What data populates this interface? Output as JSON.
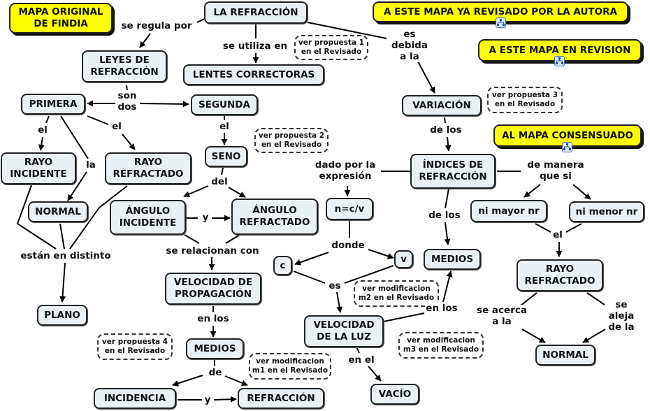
{
  "header_links": {
    "original": "MAPA ORIGINAL\nDE FINDIA",
    "revisado": "A ESTE MAPA YA REVISADO POR LA AUTORA",
    "en_revision": "A ESTE MAPA EN REVISION",
    "consensuado": "AL MAPA CONSENSUADO",
    "link_icon": "concept-map-link-icon"
  },
  "colors": {
    "node_fill": "#eaf1f4",
    "highlight_fill": "#ffff00",
    "border": "#222222"
  },
  "concepts": {
    "la_refraccion": "LA REFRACCIÓN",
    "leyes": "LEYES DE\nREFRACCIÓN",
    "lentes": "LENTES CORRECTORAS",
    "primera": "PRIMERA",
    "segunda": "SEGUNDA",
    "rayo_incidente": "RAYO\nINCIDENTE",
    "rayo_refractado_1": "RAYO\nREFRACTADO",
    "normal_1": "NORMAL",
    "plano": "PLANO",
    "seno": "SENO",
    "angulo_incidente": "ÁNGULO\nINCIDENTE",
    "angulo_refractado": "ÁNGULO\nREFRACTADO",
    "velocidad_propagacion": "VELOCIDAD DE\nPROPAGACIÓN",
    "medios_1": "MEDIOS",
    "incidencia": "INCIDENCIA",
    "refraccion": "REFRACCIÓN",
    "variacion": "VARIACIÓN",
    "indices": "ÍNDICES DE\nREFRACCIÓN",
    "formula": "n=c/v",
    "c": "c",
    "v": "v",
    "medios_2": "MEDIOS",
    "velocidad_luz": "VELOCIDAD\nDE LA LUZ",
    "vacio": "VACÍO",
    "ni_mayor": "ni mayor nr",
    "ni_menor": "ni menor nr",
    "rayo_refractado_2": "RAYO\nREFRACTADO",
    "normal_2": "NORMAL"
  },
  "linking_phrases": {
    "se_regula_por": "se regula por",
    "se_utiliza_en": "se utiliza en",
    "es_debida_a_la": "es\ndebida\na la",
    "son_dos": "son\ndos",
    "el_1": "el",
    "el_2": "el",
    "la": "la",
    "el_seno": "el",
    "estan_en_distinto": "están en distinto",
    "del": "del",
    "y_1": "y",
    "se_relacionan_con": "se relacionan con",
    "en_los_1": "en los",
    "de": "de",
    "y_2": "y",
    "de_los_1": "de los",
    "dado_por": "dado por la\nexpresión",
    "donde": "donde",
    "es": "es",
    "en_los_2": "en los",
    "en_el": "en el",
    "de_los_2": "de los",
    "de_manera": "de manera\nque si",
    "el_3": "el",
    "se_acerca": "se acerca\na la",
    "se_aleja": "se aleja\nde la"
  },
  "notes": {
    "p1": "ver propuesta 1\nen el Revisado",
    "p2": "ver propuesta 2\nen el Revisado",
    "p3": "ver propuesta 3\nen el Revisado",
    "p4": "ver propuesta 4\nen el Revisado",
    "m1": "ver modificacion\nm1 en el Revisado",
    "m2": "ver modificacion\nm2 en el Revisado",
    "m3": "ver modificacion\nm3 en el Revisado"
  }
}
